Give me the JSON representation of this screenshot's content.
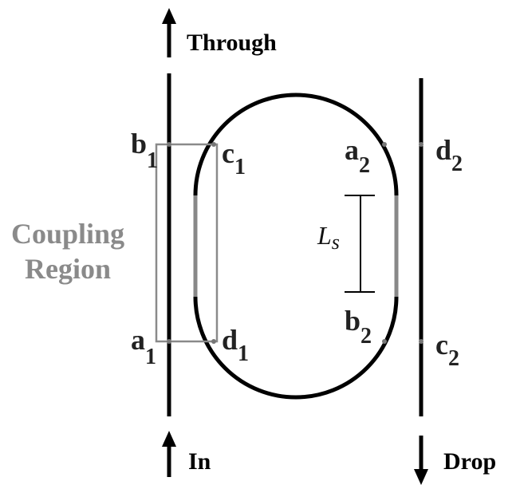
{
  "ports": {
    "through": "Through",
    "in": "In",
    "drop": "Drop"
  },
  "coupling_region": {
    "line1": "Coupling",
    "line2": "Region"
  },
  "nodes": {
    "b1": {
      "letter": "b",
      "sub": "1"
    },
    "c1": {
      "letter": "c",
      "sub": "1"
    },
    "a1": {
      "letter": "a",
      "sub": "1"
    },
    "d1": {
      "letter": "d",
      "sub": "1"
    },
    "a2": {
      "letter": "a",
      "sub": "2"
    },
    "b2": {
      "letter": "b",
      "sub": "2"
    },
    "c2": {
      "letter": "c",
      "sub": "2"
    },
    "d2": {
      "letter": "d",
      "sub": "2"
    }
  },
  "straight_length": {
    "letter": "L",
    "sub": "s"
  },
  "colors": {
    "waveguide": "#000000",
    "coupling_box": "#8a8a8a",
    "straight_section": "#888888",
    "node_dot": "#777777"
  }
}
